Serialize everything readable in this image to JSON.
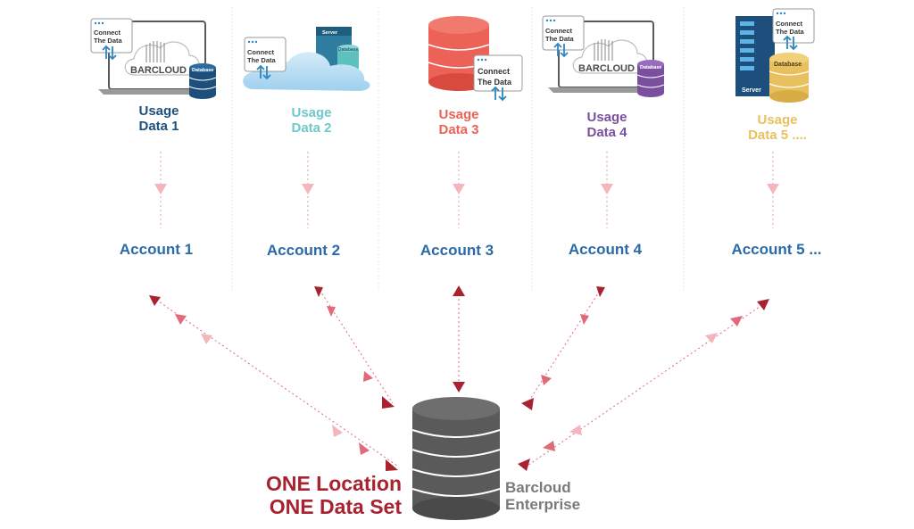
{
  "columns": [
    {
      "icon": "laptop-cloud-database-icon",
      "usage_line1": "Usage",
      "usage_line2": "Data 1",
      "account": "Account 1",
      "connect_line1": "Connect",
      "connect_line2": "The Data",
      "brand": "BARCLOUD",
      "db_label": "Database",
      "color": "#1e4f7c"
    },
    {
      "icon": "cloud-server-database-icon",
      "usage_line1": "Usage",
      "usage_line2": "Data 2",
      "account": "Account 2",
      "connect_line1": "Connect",
      "connect_line2": "The Data",
      "server_label": "Server",
      "db_label": "Database",
      "color": "#6ec9c8"
    },
    {
      "icon": "database-stack-icon",
      "usage_line1": "Usage",
      "usage_line2": "Data 3",
      "account": "Account 3",
      "connect_line1": "Connect",
      "connect_line2": "The Data",
      "color": "#ec6256"
    },
    {
      "icon": "laptop-cloud-database-icon",
      "usage_line1": "Usage",
      "usage_line2": "Data 4",
      "account": "Account 4",
      "connect_line1": "Connect",
      "connect_line2": "The Data",
      "brand": "BARCLOUD",
      "db_label": "Database",
      "color": "#7b4fa0"
    },
    {
      "icon": "server-rack-database-icon",
      "usage_line1": "Usage",
      "usage_line2": "Data 5 ....",
      "account": "Account 5 ...",
      "connect_line1": "Connect",
      "connect_line2": "The Data",
      "server_label": "Server",
      "db_label": "Database",
      "color": "#e8c060"
    }
  ],
  "colors": {
    "account_text": "#2a6aa8",
    "arrow_dark": "#a8232f",
    "arrow_mid": "#e06a7a",
    "arrow_light": "#f3b6bd",
    "central_db": "#5a5a5a",
    "location_text": "#a8232f",
    "enterprise_text": "#7a7a7a"
  },
  "center": {
    "location_line1": "ONE Location",
    "location_line2": "ONE Data Set",
    "enterprise_line1": "Barcloud",
    "enterprise_line2": "Enterprise"
  }
}
